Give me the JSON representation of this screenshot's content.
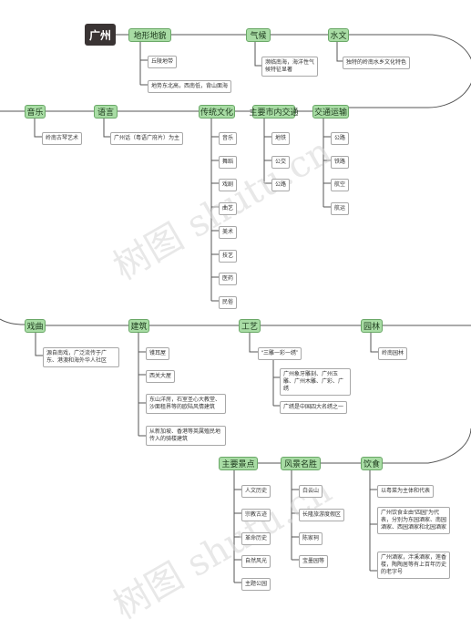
{
  "root": "广州",
  "watermark": "树图 shutu.cn",
  "topics": {
    "dixing": "地形地貌",
    "qihou": "气候",
    "shuiwen": "水文",
    "yinyue": "音乐",
    "yuyan": "语言",
    "chuantong": "传统文化",
    "jiaotong_inner": "主要市内交通",
    "jiaotong": "交通运输",
    "xiqu": "戏曲",
    "jianzhu": "建筑",
    "gongyi": "工艺",
    "yuanlin": "园林",
    "jingdian": "主要景点",
    "fengjing": "风景名胜",
    "yinshi": "饮食"
  },
  "leaves": {
    "dixing": [
      "丘陵地带",
      "地势东北高，西南低，背山面海"
    ],
    "qihou": [
      "濒临南海，海洋性气候特征显著"
    ],
    "shuiwen": [
      "独特的岭南水乡文化特色"
    ],
    "yinyue": [
      "岭南古琴艺术"
    ],
    "yuyan": [
      "广州话（粤语广府片）为主"
    ],
    "chuantong": [
      "音乐",
      "舞蹈",
      "戏剧",
      "曲艺",
      "美术",
      "技艺",
      "医药",
      "民俗"
    ],
    "jiaotong_inner": [
      "地铁",
      "公交",
      "公路"
    ],
    "jiaotong": [
      "公路",
      "铁路",
      "航空",
      "航运"
    ],
    "xiqu": [
      "源自南戏，广泛流传于广东、港澳和海外华人社区"
    ],
    "jianzhu": [
      "镬耳屋",
      "西关大屋",
      "东山洋房，石室圣心大教堂、沙面租界等的欧陆风情建筑",
      "从新加坡、香港等英属殖民地传入的骑楼建筑"
    ],
    "gongyi": [
      "“三雕一彩一绣”"
    ],
    "gongyi_sub": [
      "广州象牙雕刻、广州玉雕、广州木雕、广彩、广绣",
      "广绣是中国四大名绣之一"
    ],
    "yuanlin": [
      "岭南园林"
    ],
    "jingdian": [
      "人文历史",
      "宗教古迹",
      "革命历史",
      "自然风光",
      "主题公园"
    ],
    "fengjing": [
      "白云山",
      "长隆旅游度假区",
      "陈家祠",
      "宝墨园等"
    ],
    "yinshi": [
      "以粤菜为主体和代表",
      "广州饮食业由“四园”为代表，分别为东园酒家、南园酒家、西园酒家和北园酒家",
      "广州酒家，泮溪酒家，莲香楼，陶陶居等有上百年历史的老字号"
    ]
  }
}
